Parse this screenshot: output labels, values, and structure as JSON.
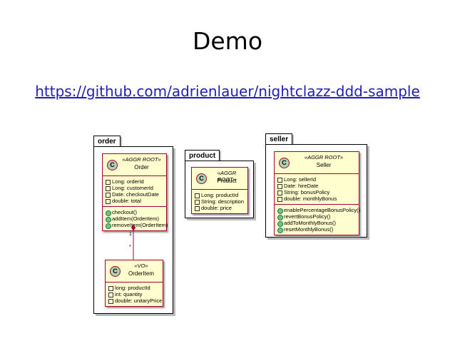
{
  "slide": {
    "title": "Demo",
    "link": "https://github.com/adrienlauer/nightclazz-ddd-sample"
  },
  "diagram": {
    "packages": {
      "order": "order",
      "product": "product",
      "seller": "seller"
    },
    "classes": {
      "order": {
        "stereotype": "«AGGR ROOT»",
        "name": "Order",
        "attributes": [
          "Long: orderId",
          "Long: customerId",
          "Date: checkoutDate",
          "double: total"
        ],
        "methods": [
          "checkout()",
          "addItem(OrderItem)",
          "removeItem(OrderItem)"
        ]
      },
      "orderitem": {
        "stereotype": "«VO»",
        "name": "OrderItem",
        "attributes": [
          "long: productId",
          "int: quantity",
          "double: unitaryPrice"
        ]
      },
      "product": {
        "stereotype": "«AGGR ROOT»",
        "name": "Product",
        "attributes": [
          "Long: productId",
          "String: description",
          "double: price"
        ]
      },
      "seller": {
        "stereotype": "«AGGR ROOT»",
        "name": "Seller",
        "attributes": [
          "Long: sellerId",
          "Date: hireDate",
          "String: bonusPolicy",
          "double: monthlyBonus"
        ],
        "methods": [
          "enablePercentageBonusPolicy()",
          "revertBonusPolicy()",
          "addToMonthlyBonus()",
          "resetMonthlyBonus()"
        ]
      }
    },
    "association": {
      "source_multiplicity": "1",
      "target_multiplicity": "*"
    },
    "colors": {
      "class_fill": "#fefece",
      "class_border": "#a80036",
      "class_icon": "#add1b2",
      "method_dot": "#84be84",
      "link": "#1f1fb8"
    }
  }
}
